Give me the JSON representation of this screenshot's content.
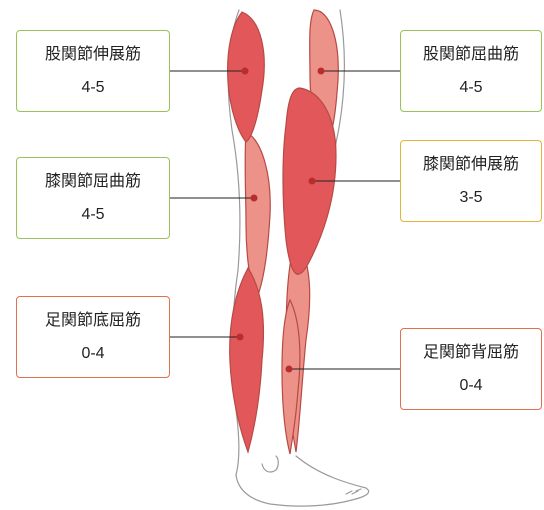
{
  "colors": {
    "green_border": "#9bc15a",
    "yellow_border": "#e2b43a",
    "red_border": "#e07050",
    "muscle_dark": "#e2585a",
    "muscle_light": "#ed9288",
    "muscle_stroke": "#b64a44",
    "leader_line": "#222222",
    "skin_outline": "#999999"
  },
  "labels": {
    "hip_extensor": {
      "name": "股関節伸展筋",
      "value": "4-5",
      "status_color": "green"
    },
    "knee_flexor": {
      "name": "膝関節屈曲筋",
      "value": "4-5",
      "status_color": "green"
    },
    "ankle_plantar_flexor": {
      "name": "足関節底屈筋",
      "value": "0-4",
      "status_color": "red"
    },
    "hip_flexor": {
      "name": "股関節屈曲筋",
      "value": "4-5",
      "status_color": "green"
    },
    "knee_extensor": {
      "name": "膝関節伸展筋",
      "value": "3-5",
      "status_color": "yellow"
    },
    "ankle_dorsiflexor": {
      "name": "足関節背屈筋",
      "value": "0-4",
      "status_color": "red"
    }
  }
}
